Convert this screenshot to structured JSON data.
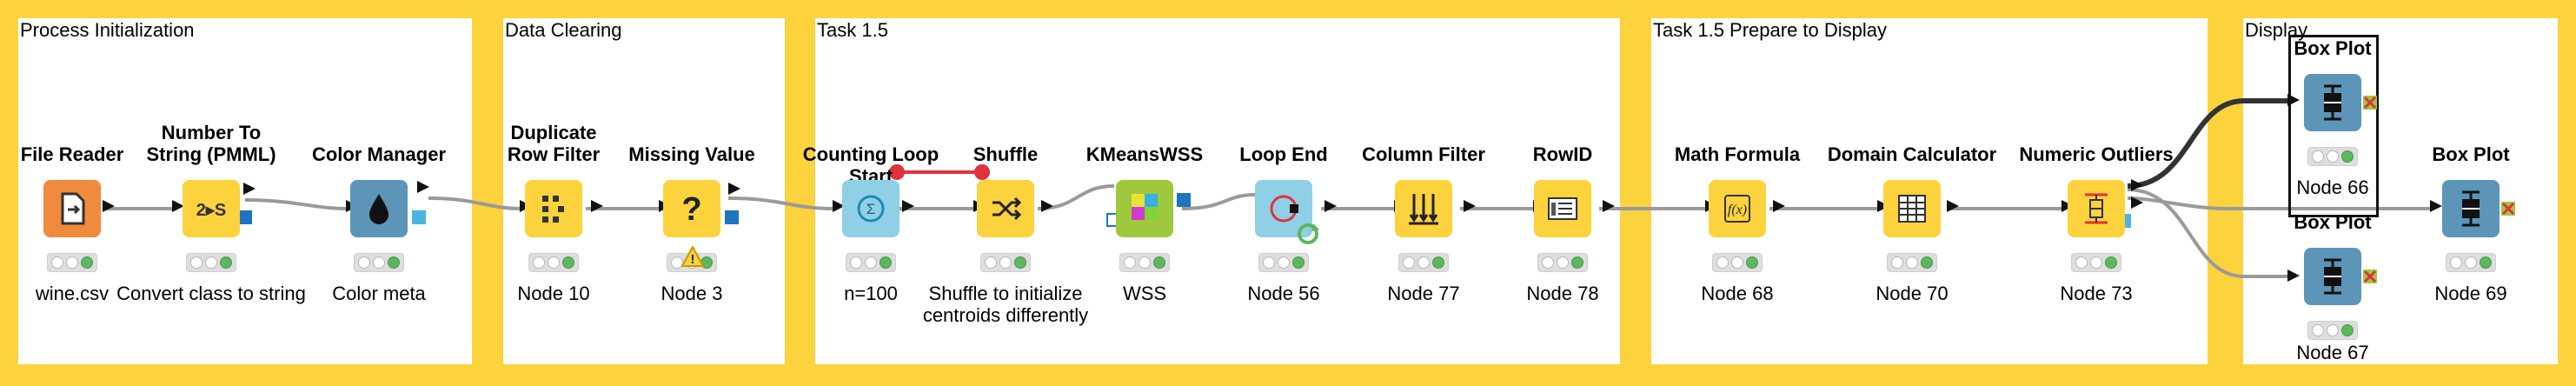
{
  "annotations": [
    {
      "id": "a1",
      "title": "Process Initialization"
    },
    {
      "id": "a2",
      "title": "Data Clearing"
    },
    {
      "id": "a3",
      "title": "Task 1.5"
    },
    {
      "id": "a4",
      "title": "Task 1.5 Prepare to Display"
    },
    {
      "id": "a5",
      "title": "Display"
    }
  ],
  "nodes": {
    "file_reader": {
      "title": "File Reader",
      "caption": "wine.csv",
      "icon": "file-reader-icon"
    },
    "number_to_string": {
      "title_line1": "Number To",
      "title_line2": "String (PMML)",
      "caption": "Convert class to string",
      "icon": "number-to-string-icon"
    },
    "color_manager": {
      "title": "Color Manager",
      "caption": "Color meta",
      "icon": "color-manager-icon"
    },
    "duplicate_row_filter": {
      "title_line1": "Duplicate",
      "title_line2": "Row Filter",
      "caption": "Node 10",
      "icon": "duplicate-row-filter-icon"
    },
    "missing_value": {
      "title": "Missing Value",
      "caption": "Node 3",
      "icon": "missing-value-icon"
    },
    "counting_loop_start": {
      "title": "Counting Loop Start",
      "caption": "n=100",
      "icon": "loop-start-icon"
    },
    "shuffle": {
      "title": "Shuffle",
      "caption_line1": "Shuffle to initialize",
      "caption_line2": "centroids differently",
      "icon": "shuffle-icon"
    },
    "kmeans_wss": {
      "title": "KMeansWSS",
      "caption": "WSS",
      "icon": "kmeans-icon"
    },
    "loop_end": {
      "title": "Loop End",
      "caption": "Node 56",
      "icon": "loop-end-icon"
    },
    "column_filter": {
      "title": "Column Filter",
      "caption": "Node 77",
      "icon": "column-filter-icon"
    },
    "rowid": {
      "title": "RowID",
      "caption": "Node 78",
      "icon": "rowid-icon"
    },
    "math_formula": {
      "title": "Math Formula",
      "caption": "Node 68",
      "icon": "math-formula-icon"
    },
    "domain_calculator": {
      "title": "Domain Calculator",
      "caption": "Node 70",
      "icon": "domain-calculator-icon"
    },
    "numeric_outliers": {
      "title": "Numeric Outliers",
      "caption": "Node 73",
      "icon": "numeric-outliers-icon"
    },
    "box_plot_66": {
      "title": "Box Plot",
      "caption": "Node 66",
      "icon": "box-plot-icon"
    },
    "box_plot_69": {
      "title": "Box Plot",
      "caption": "Node 69",
      "icon": "box-plot-icon"
    },
    "box_plot_67": {
      "title": "Box Plot",
      "caption": "Node 67",
      "icon": "box-plot-icon"
    }
  },
  "colors": {
    "annotation_border": "#fcd33c",
    "wire": "#9a9a9a",
    "flow_variable": "#e0323c"
  }
}
